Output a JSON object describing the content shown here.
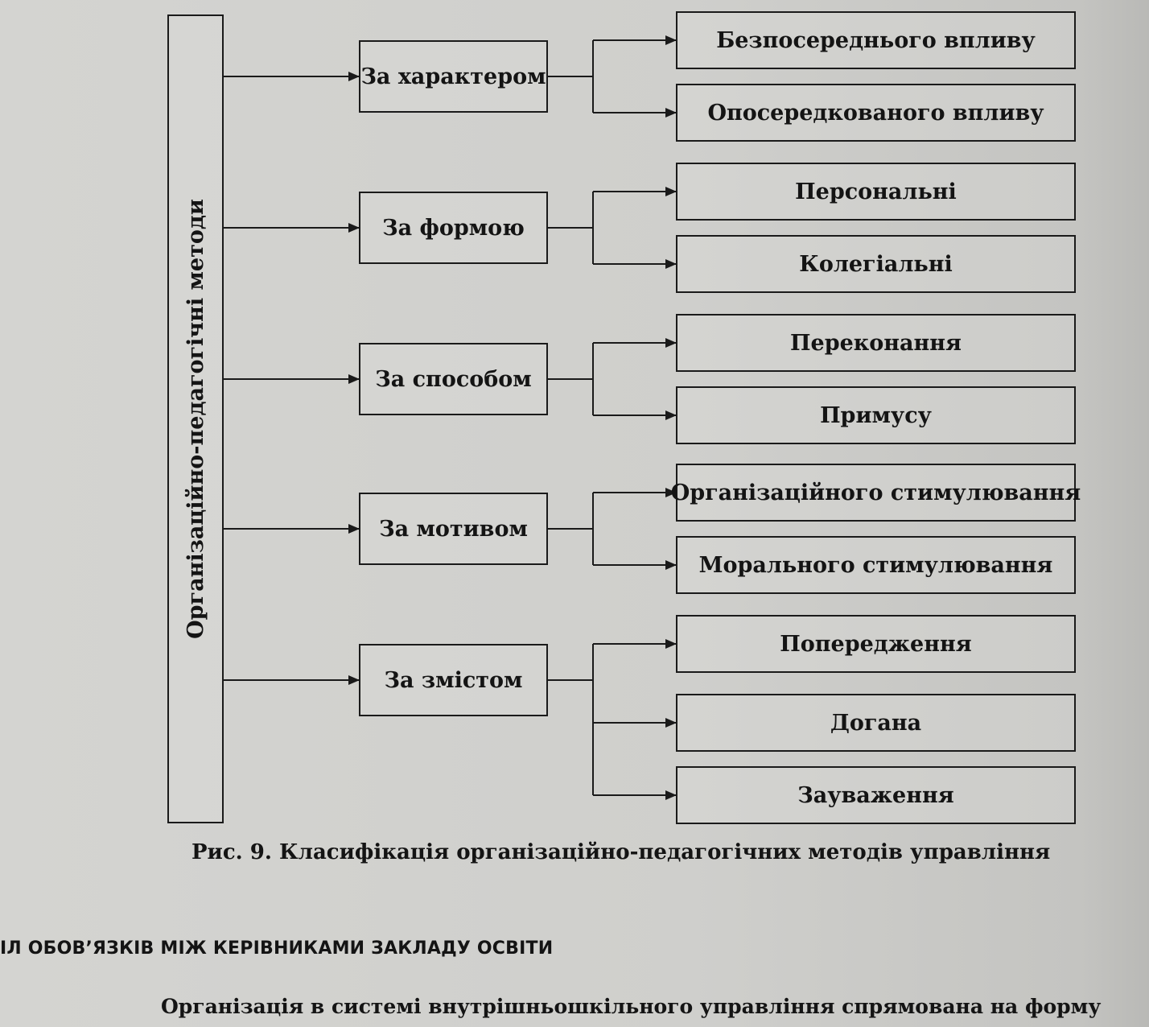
{
  "diagram": {
    "root_label": "Організаційно-педагогічні методи",
    "groups": [
      {
        "label": "За характером",
        "children": [
          "Безпосереднього впливу",
          "Опосередкованого впливу"
        ]
      },
      {
        "label": "За формою",
        "children": [
          "Персональні",
          "Колегіальні"
        ]
      },
      {
        "label": "За способом",
        "children": [
          "Переконання",
          "Примусу"
        ]
      },
      {
        "label": "За мотивом",
        "children": [
          "Організаційного стимулювання",
          "Морального стимулювання"
        ]
      },
      {
        "label": "За змістом",
        "children": [
          "Попередження",
          "Догана",
          "Зауваження"
        ]
      }
    ]
  },
  "caption": "Рис. 9. Класифікація організаційно-педагогічних методів управління",
  "section_heading": "ІЛ ОБОВ’ЯЗКІВ МІЖ КЕРІВНИКАМИ ЗАКЛАДУ ОСВІТИ",
  "body_text": "Організація в системі внутрішньошкільного управління спрямована на форму"
}
